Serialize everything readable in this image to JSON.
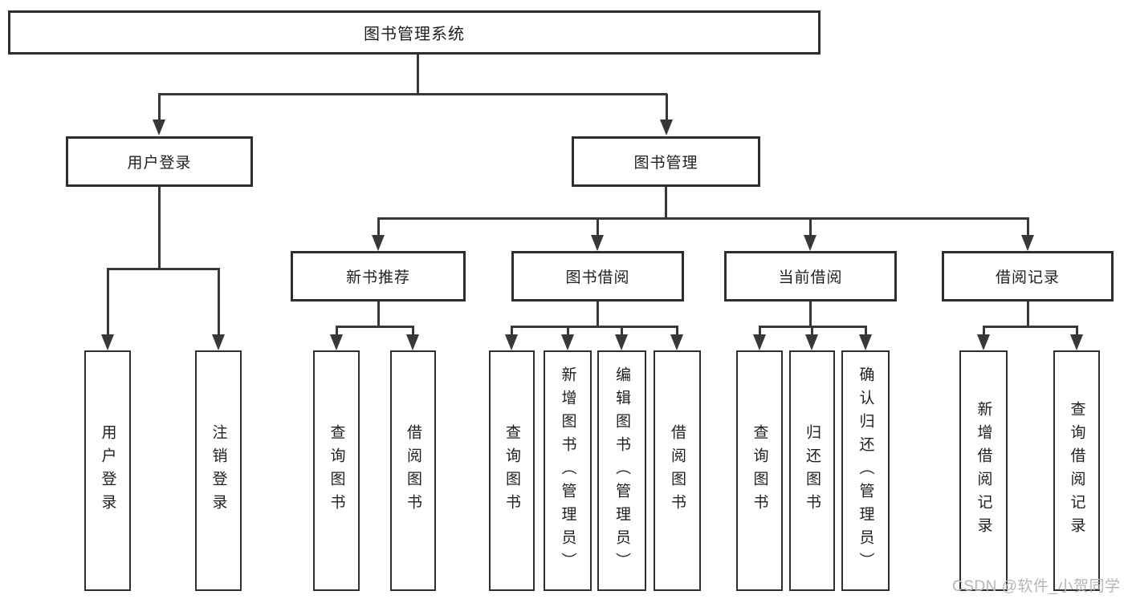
{
  "diagram": {
    "title": "图书管理系统",
    "level2": [
      {
        "label": "用户登录",
        "leaves": [
          "用户登录",
          "注销登录"
        ]
      },
      {
        "label": "图书管理",
        "groups": [
          {
            "label": "新书推荐",
            "leaves": [
              "查询图书",
              "借阅图书"
            ]
          },
          {
            "label": "图书借阅",
            "leaves": [
              "查询图书",
              "新增图书（管理员）",
              "编辑图书（管理员）",
              "借阅图书"
            ]
          },
          {
            "label": "当前借阅",
            "leaves": [
              "查询图书",
              "归还图书",
              "确认归还（管理员）"
            ]
          },
          {
            "label": "借阅记录",
            "leaves": [
              "新增借阅记录",
              "查询借阅记录"
            ]
          }
        ]
      }
    ]
  },
  "watermark": {
    "text": "CSDN @软件_小贺同学"
  },
  "colors": {
    "background": "#ffffff",
    "line": "#383838",
    "box_border": "#2e2e2e",
    "text": "#1f1f1f",
    "watermark": "#b6b6b6"
  }
}
